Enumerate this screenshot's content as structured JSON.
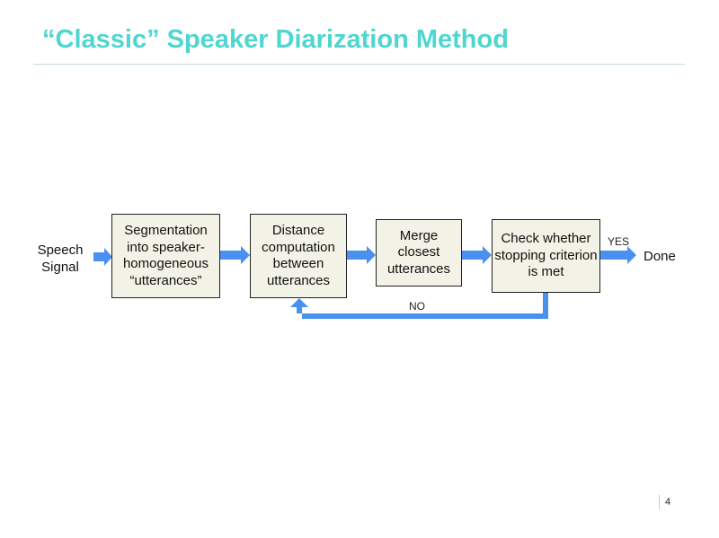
{
  "title": "“Classic” Speaker Diarization Method",
  "input_label": "Speech Signal",
  "boxes": [
    {
      "text": "Segmentation into speaker-homogeneous “utterances”"
    },
    {
      "text": "Distance computation between utterances"
    },
    {
      "text": "Merge closest utterances"
    },
    {
      "text": "Check whether stopping criterion is met"
    }
  ],
  "yes_label": "YES",
  "no_label": "NO",
  "output_label": "Done",
  "page_number": "4",
  "colors": {
    "title": "#4fd6d0",
    "arrow": "#4a90f0",
    "box_fill": "#f2f2e6"
  }
}
